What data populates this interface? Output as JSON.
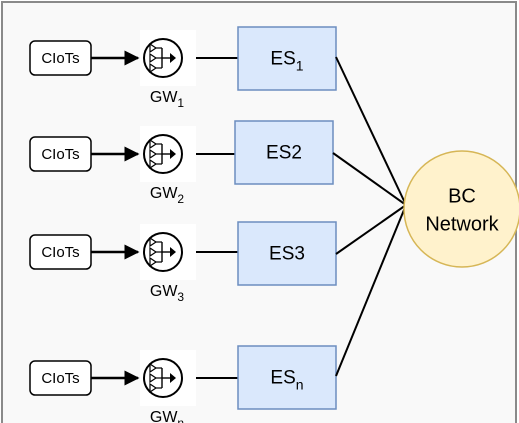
{
  "diagram": {
    "rows": [
      {
        "ciots_label": "CIoTs",
        "gw_label": "GW",
        "gw_sub": "1",
        "es_label": "ES",
        "es_sub": "1"
      },
      {
        "ciots_label": "CIoTs",
        "gw_label": "GW",
        "gw_sub": "2",
        "es_label": "ES2",
        "es_sub": ""
      },
      {
        "ciots_label": "CIoTs",
        "gw_label": "GW",
        "gw_sub": "3",
        "es_label": "ES3",
        "es_sub": ""
      },
      {
        "ciots_label": "CIoTs",
        "gw_label": "GW",
        "gw_sub": "n",
        "es_label": "ES",
        "es_sub": "n"
      }
    ],
    "bc_network": {
      "line1": "BC",
      "line2": "Network"
    },
    "colors": {
      "frame_border": "#8a8a8a",
      "frame_fill": "#f9f9f9",
      "es_fill": "#dae8fc",
      "es_stroke": "#6c8ebf",
      "bc_fill": "#fff2cc",
      "bc_stroke": "#d6b656",
      "line": "#000000"
    }
  }
}
